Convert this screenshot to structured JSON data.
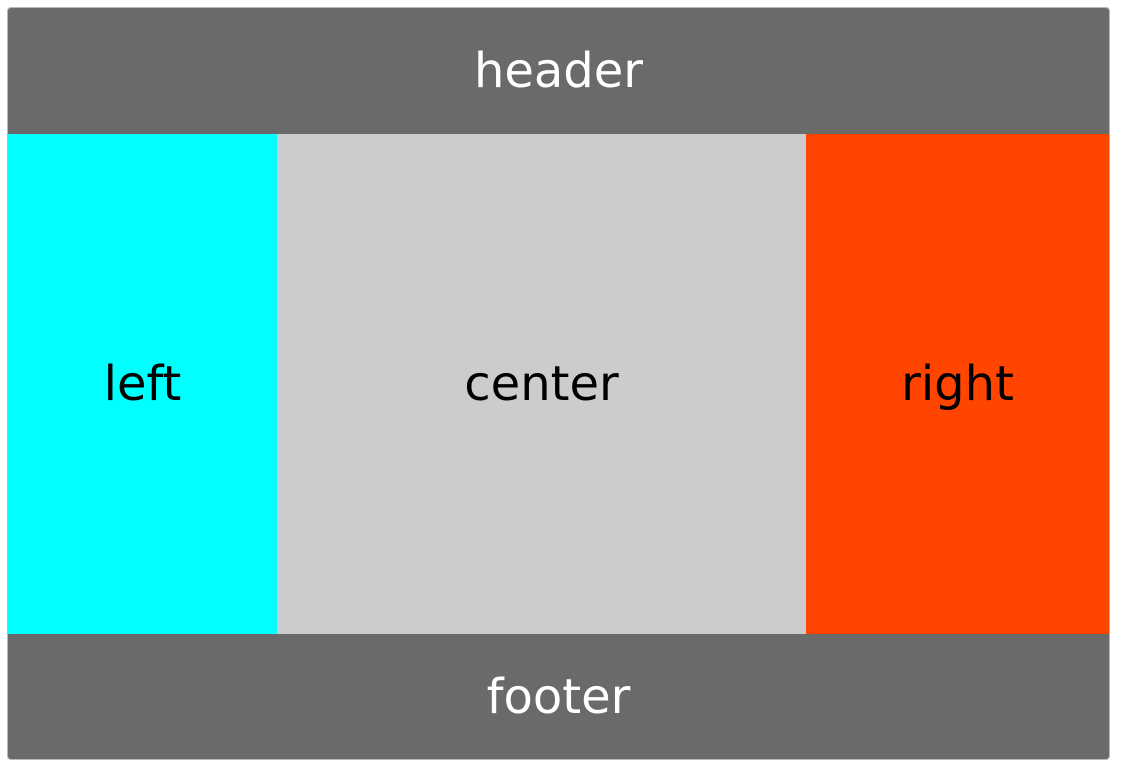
{
  "header": {
    "label": "header",
    "color": "#6a6a6a"
  },
  "left": {
    "label": "left",
    "color": "#00ffff"
  },
  "center": {
    "label": "center",
    "color": "#cccccc"
  },
  "right": {
    "label": "right",
    "color": "#ff4500"
  },
  "footer": {
    "label": "footer",
    "color": "#6a6a6a"
  }
}
